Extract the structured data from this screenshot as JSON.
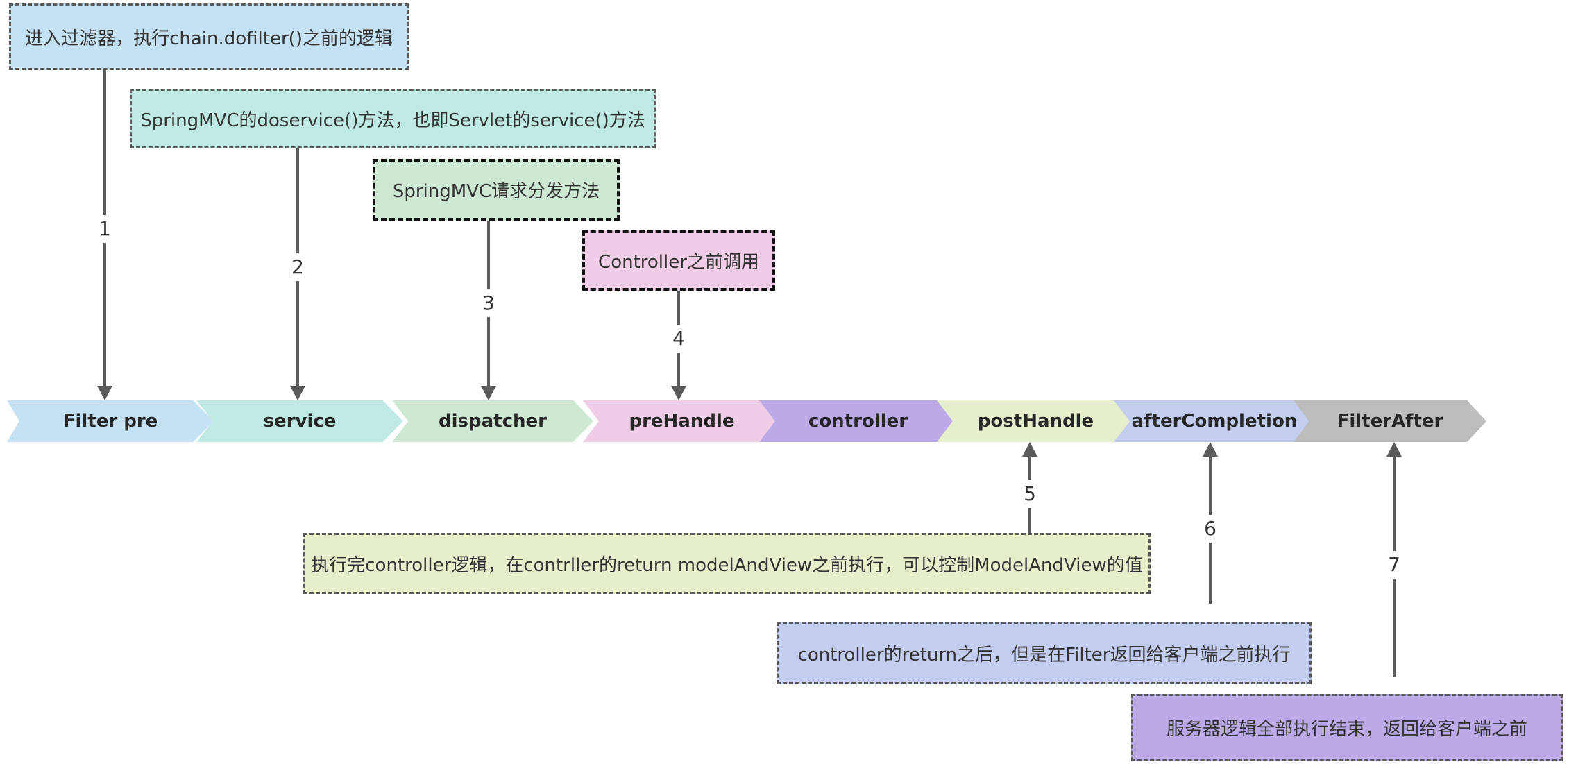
{
  "stages": [
    {
      "label": "Filter pre",
      "color": "#c5e2f5"
    },
    {
      "label": "service",
      "color": "#bfe9e3"
    },
    {
      "label": "dispatcher",
      "color": "#cde9d3"
    },
    {
      "label": "preHandle",
      "color": "#f0cde6"
    },
    {
      "label": "controller",
      "color": "#bcaae8"
    },
    {
      "label": "postHandle",
      "color": "#e5efcc"
    },
    {
      "label": "afterCompletion",
      "color": "#c3cdf0"
    },
    {
      "label": "FilterAfter",
      "color": "#bdbdbd"
    }
  ],
  "notes": [
    {
      "step": "1",
      "text": "进入过滤器，执行chain.dofilter()之前的逻辑",
      "color": "#c5e2f5",
      "target": "Filter pre",
      "direction": "down"
    },
    {
      "step": "2",
      "text": "SpringMVC的doservice()方法，也即Servlet的service()方法",
      "color": "#bfe9e3",
      "target": "service",
      "direction": "down"
    },
    {
      "step": "3",
      "text": "SpringMVC请求分发方法",
      "color": "#cde9d3",
      "target": "dispatcher",
      "direction": "down"
    },
    {
      "step": "4",
      "text": "Controller之前调用",
      "color": "#f0cde6",
      "target": "preHandle",
      "direction": "down"
    },
    {
      "step": "5",
      "text": "执行完controller逻辑，在contrller的return modelAndView之前执行，可以控制ModelAndView的值",
      "color": "#e5efcc",
      "target": "postHandle",
      "direction": "up"
    },
    {
      "step": "6",
      "text": "controller的return之后，但是在Filter返回给客户端之前执行",
      "color": "#c3cdf0",
      "target": "afterCompletion",
      "direction": "up"
    },
    {
      "step": "7",
      "text": "服务器逻辑全部执行结束，返回给客户端之前",
      "color": "#bcaae8",
      "target": "FilterAfter",
      "direction": "up"
    }
  ],
  "connector_color": "#5a5a5a"
}
